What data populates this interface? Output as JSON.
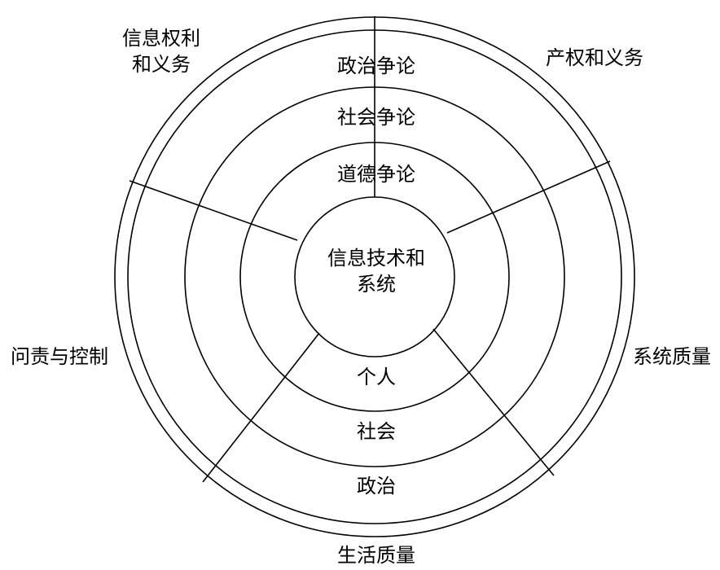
{
  "center": {
    "line1": "信息技术和",
    "line2": "系统"
  },
  "debates": {
    "political": "政治争论",
    "social": "社会争论",
    "ethical": "道德争论"
  },
  "levels": {
    "individual": "个人",
    "society": "社会",
    "polity": "政治"
  },
  "dimensions": {
    "information_rights_line1": "信息权利",
    "information_rights_line2": "和义务",
    "property_rights": "产权和义务",
    "accountability": "问责与控制",
    "system_quality": "系统质量",
    "quality_of_life": "生活质量"
  }
}
